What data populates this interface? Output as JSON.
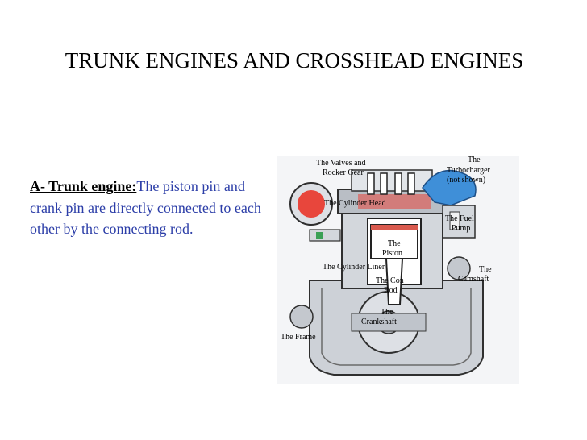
{
  "slide": {
    "title": "TRUNK ENGINES AND CROSSHEAD ENGINES",
    "body": {
      "lead": "A- Trunk engine:",
      "text": "The piston pin and crank pin are directly connected to each other by the connecting rod."
    }
  },
  "figure": {
    "labels": {
      "valves_line1": "The Valves and",
      "valves_line2": "Rocker Gear",
      "turbo_line1": "The",
      "turbo_line2": "Turbocharger",
      "turbo_line3": "(not shown)",
      "cylinder_head": "The Cylinder Head",
      "fuel_pump_line1": "The Fuel",
      "fuel_pump_line2": "Pump",
      "piston_line1": "The",
      "piston_line2": "Piston",
      "cylinder_liner": "The Cylinder Liner",
      "camshaft_line1": "The",
      "camshaft_line2": "Camshaft",
      "con_rod_line1": "The Con",
      "con_rod_line2": "Rod",
      "crankshaft_line1": "The",
      "crankshaft_line2": "Crankshaft",
      "frame": "The Frame"
    },
    "colors": {
      "engine_block": "#c8ccd2",
      "engine_dark": "#3a3a3a",
      "turbo": "#3f8fd8",
      "piston": "#d95a4e",
      "cylinder_head_red": "#e8463c",
      "accent_green": "#3aa055"
    }
  }
}
